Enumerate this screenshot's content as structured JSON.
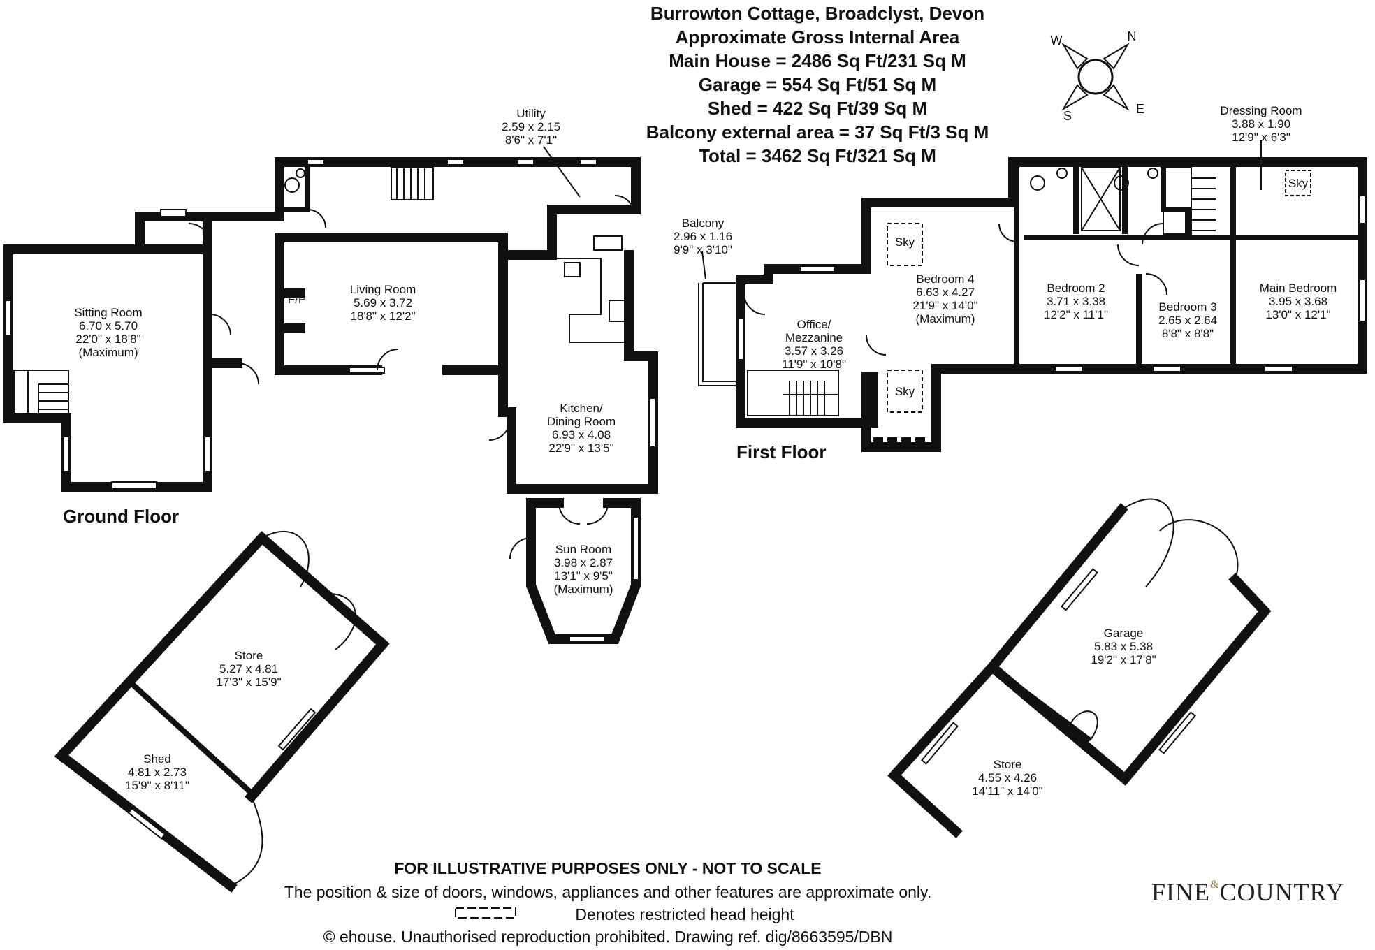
{
  "header": {
    "title": "Burrowton Cottage, Broadclyst, Devon",
    "subtitle": "Approximate Gross Internal Area",
    "areas": [
      "Main House = 2486 Sq Ft/231 Sq M",
      "Garage = 554 Sq Ft/51 Sq M",
      "Shed = 422 Sq Ft/39 Sq M",
      "Balcony external area = 37 Sq Ft/3 Sq M",
      "Total = 3462 Sq Ft/321 Sq M"
    ]
  },
  "compass": {
    "n": "N",
    "e": "E",
    "s": "S",
    "w": "W"
  },
  "floors": {
    "ground": "Ground Floor",
    "first": "First Floor"
  },
  "rooms": {
    "sitting": {
      "name": "Sitting Room",
      "metric": "6.70 x 5.70",
      "imperial": "22'0\" x 18'8\"",
      "note": "(Maximum)"
    },
    "living": {
      "name": "Living Room",
      "metric": "5.69 x 3.72",
      "imperial": "18'8\" x 12'2\""
    },
    "utility": {
      "name": "Utility",
      "metric": "2.59 x 2.15",
      "imperial": "8'6\" x 7'1\""
    },
    "kitchen": {
      "name1": "Kitchen/",
      "name2": "Dining Room",
      "metric": "6.93 x 4.08",
      "imperial": "22'9\" x 13'5\""
    },
    "sun": {
      "name": "Sun Room",
      "metric": "3.98 x 2.87",
      "imperial": "13'1\" x 9'5\"",
      "note": "(Maximum)"
    },
    "fp": "F/P",
    "balcony": {
      "name": "Balcony",
      "metric": "2.96 x 1.16",
      "imperial": "9'9\" x 3'10\""
    },
    "office": {
      "name1": "Office/",
      "name2": "Mezzanine",
      "metric": "3.57 x 3.26",
      "imperial": "11'9\" x 10'8\""
    },
    "bed4": {
      "name": "Bedroom 4",
      "metric": "6.63 x 4.27",
      "imperial": "21'9\" x 14'0\"",
      "note": "(Maximum)"
    },
    "bed2": {
      "name": "Bedroom 2",
      "metric": "3.71 x 3.38",
      "imperial": "12'2\" x 11'1\""
    },
    "bed3": {
      "name": "Bedroom 3",
      "metric": "2.65 x 2.64",
      "imperial": "8'8\" x 8'8\""
    },
    "main": {
      "name": "Main Bedroom",
      "metric": "3.95 x 3.68",
      "imperial": "13'0\" x 12'1\""
    },
    "dressing": {
      "name": "Dressing Room",
      "metric": "3.88 x 1.90",
      "imperial": "12'9\" x 6'3\""
    },
    "sky": "Sky",
    "store1": {
      "name": "Store",
      "metric": "5.27 x 4.81",
      "imperial": "17'3\" x 15'9\""
    },
    "shed": {
      "name": "Shed",
      "metric": "4.81 x 2.73",
      "imperial": "15'9\" x 8'11\""
    },
    "garage": {
      "name": "Garage",
      "metric": "5.83 x 5.38",
      "imperial": "19'2\" x 17'8\""
    },
    "store2": {
      "name": "Store",
      "metric": "4.55 x 4.26",
      "imperial": "14'11\" x 14'0\""
    }
  },
  "footer": {
    "disclaimer": "FOR ILLUSTRATIVE PURPOSES ONLY - NOT TO SCALE",
    "note": "The position & size of doors, windows, appliances and other features are approximate only.",
    "legend": "Denotes restricted head height",
    "copyright": "© ehouse. Unauthorised reproduction prohibited. Drawing ref. dig/8663595/DBN"
  },
  "logo": {
    "left": "FINE",
    "amp": "&",
    "right": "COUNTRY"
  }
}
